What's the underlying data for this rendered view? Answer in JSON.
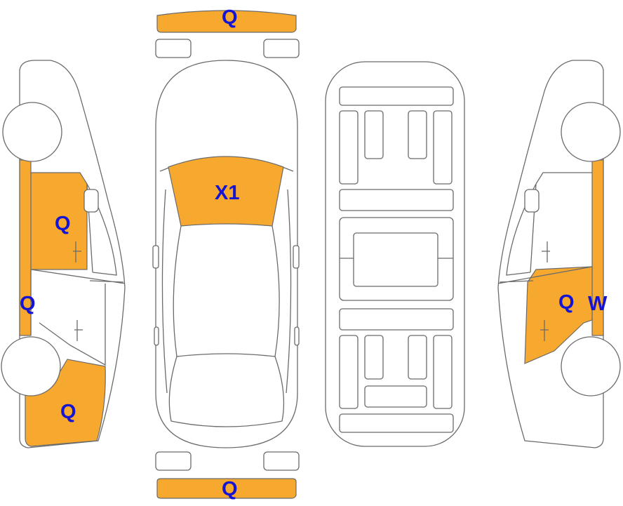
{
  "colors": {
    "damage_fill": "#f7a82e",
    "code_text": "#1414d2",
    "outline": "#6b6b6b",
    "background": "#ffffff"
  },
  "damage_codes": {
    "front_bumper": "Q",
    "windshield": "X1",
    "rear_bumper": "Q",
    "left_front_door": "Q",
    "left_rocker": "Q",
    "left_front_fender": "Q",
    "right_front_door": "Q",
    "right_rocker": "W"
  }
}
